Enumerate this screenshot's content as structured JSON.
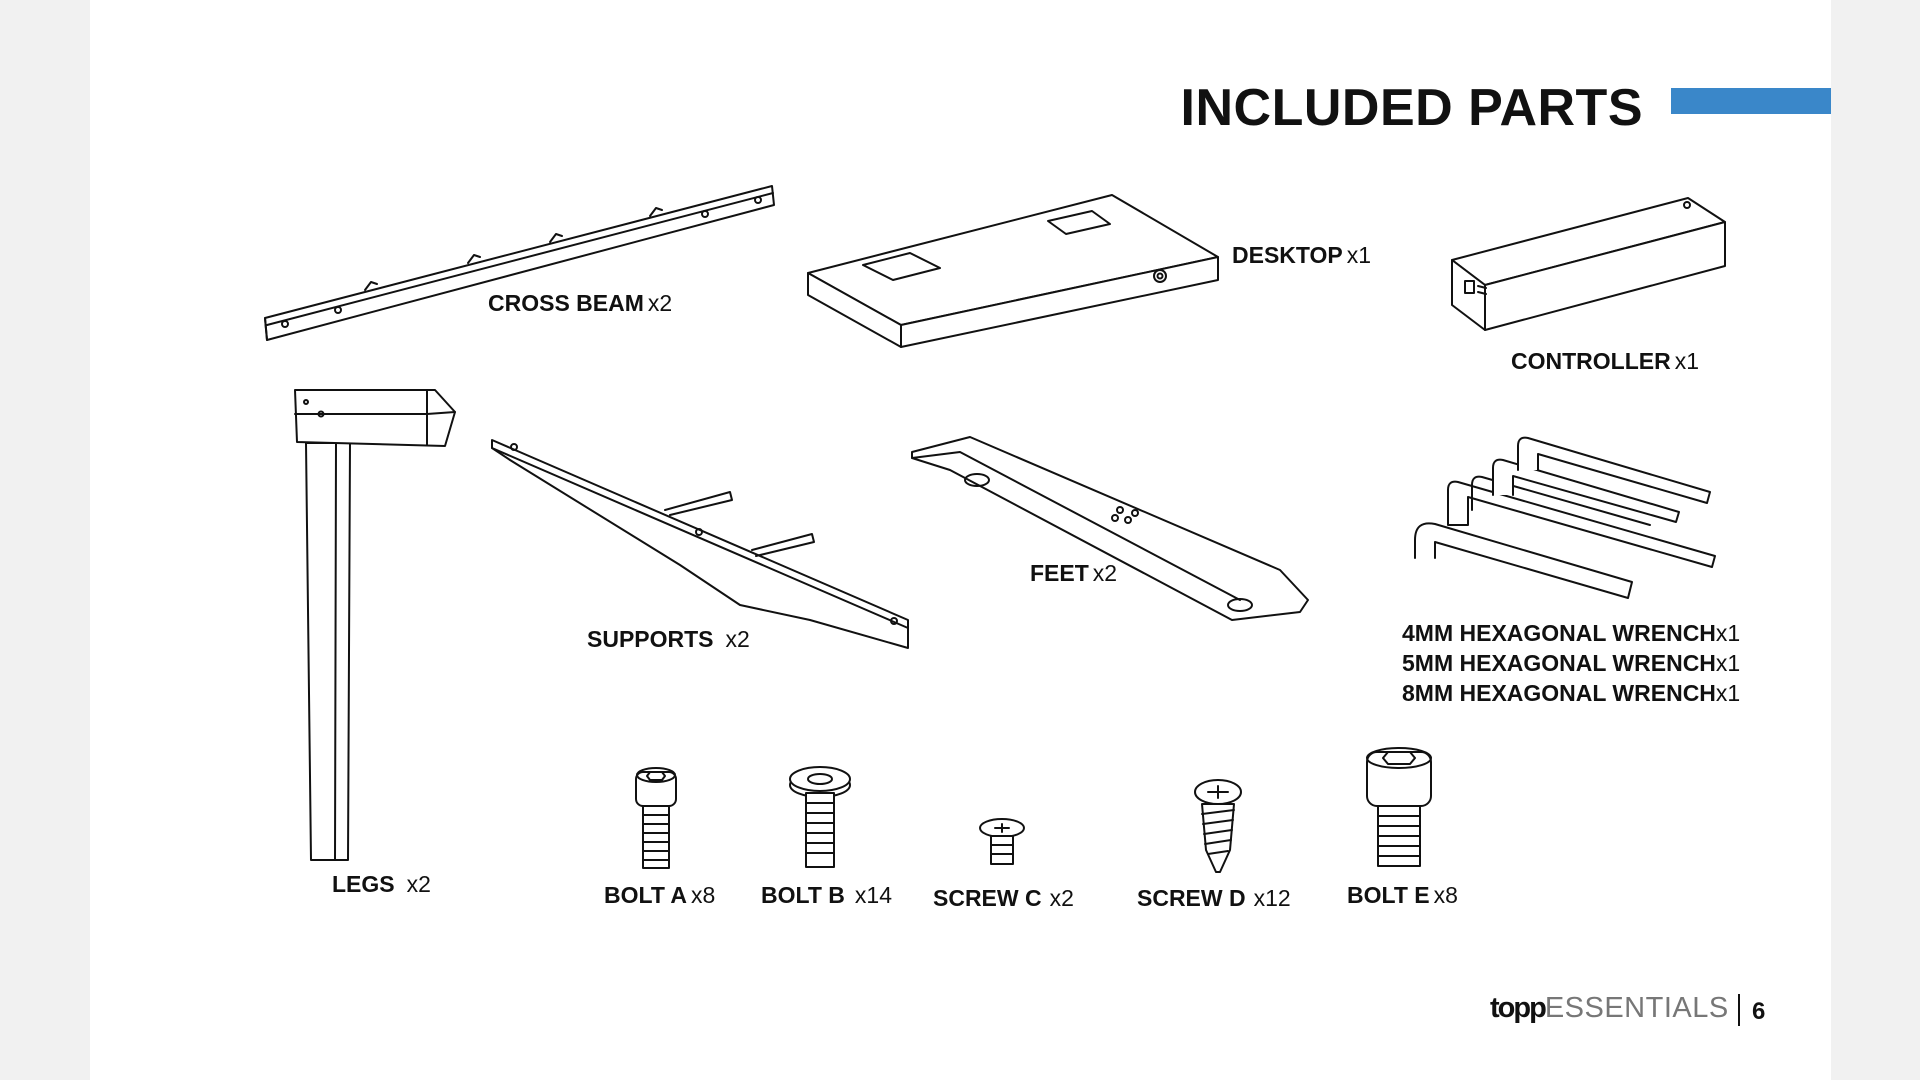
{
  "title": "INCLUDED PARTS",
  "accent_color": "#3a87c9",
  "parts": {
    "cross_beam": {
      "name": "CROSS BEAM",
      "qty": "x2"
    },
    "desktop": {
      "name": "DESKTOP",
      "qty": "x1"
    },
    "controller": {
      "name": "CONTROLLER",
      "qty": "x1"
    },
    "legs": {
      "name": "LEGS",
      "qty": "x2"
    },
    "supports": {
      "name": "SUPPORTS",
      "qty": "x2"
    },
    "feet": {
      "name": "FEET",
      "qty": "x2"
    },
    "wrench_4mm": {
      "name": "4MM HEXAGONAL WRENCH",
      "qty": "x1"
    },
    "wrench_5mm": {
      "name": "5MM HEXAGONAL WRENCH",
      "qty": "x1"
    },
    "wrench_8mm": {
      "name": "8MM HEXAGONAL WRENCH",
      "qty": "x1"
    },
    "bolt_a": {
      "name": "BOLT A",
      "qty": "x8"
    },
    "bolt_b": {
      "name": "BOLT B",
      "qty": "x14"
    },
    "screw_c": {
      "name": "SCREW C",
      "qty": "x2"
    },
    "screw_d": {
      "name": "SCREW D",
      "qty": "x12"
    },
    "bolt_e": {
      "name": "BOLT E",
      "qty": "x8"
    }
  },
  "footer": {
    "brand_bold": "topp",
    "brand_light": "ESSENTIALS",
    "page_number": "6"
  }
}
